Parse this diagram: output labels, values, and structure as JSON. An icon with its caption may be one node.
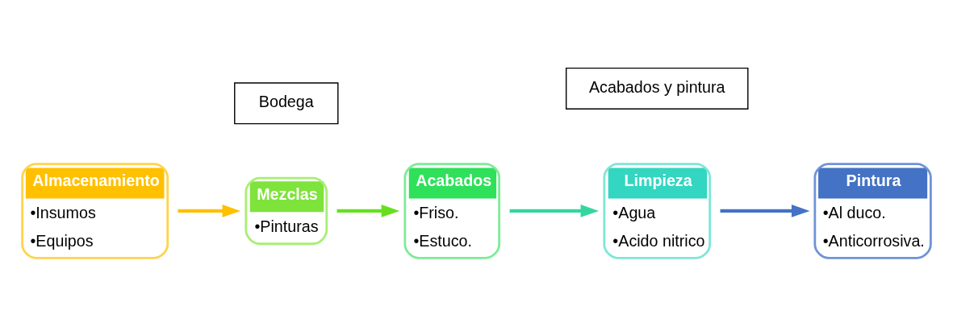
{
  "diagram": {
    "nodes": [
      {
        "text": [
          "Almacenamiento",
          "•Insumos",
          "•Equipos"
        ]
      },
      {
        "text": [
          "Mezclas",
          "•Pinturas"
        ]
      },
      {
        "text": [
          "Acabados",
          "•Friso.",
          "•Estuco."
        ]
      },
      {
        "text": [
          "Limpieza",
          "•Agua",
          "•Acido nitrico"
        ]
      },
      {
        "text": [
          "Pintura",
          "•Al duco.",
          "•Anticorrosiva."
        ]
      },
      {
        "text": [
          "Bodega"
        ]
      },
      {
        "text": [
          "Acabados y pintura"
        ]
      }
    ],
    "edges": [
      {
        "from": 0,
        "to": 1,
        "arrow": "to",
        "color": "#ffc000"
      },
      {
        "from": 1,
        "to": 2,
        "arrow": "to",
        "color": "#66e01e"
      },
      {
        "from": 2,
        "to": 3,
        "arrow": "to",
        "color": "#33d6a0"
      },
      {
        "from": 3,
        "to": 4,
        "arrow": "to",
        "color": "#4472c4"
      }
    ]
  }
}
